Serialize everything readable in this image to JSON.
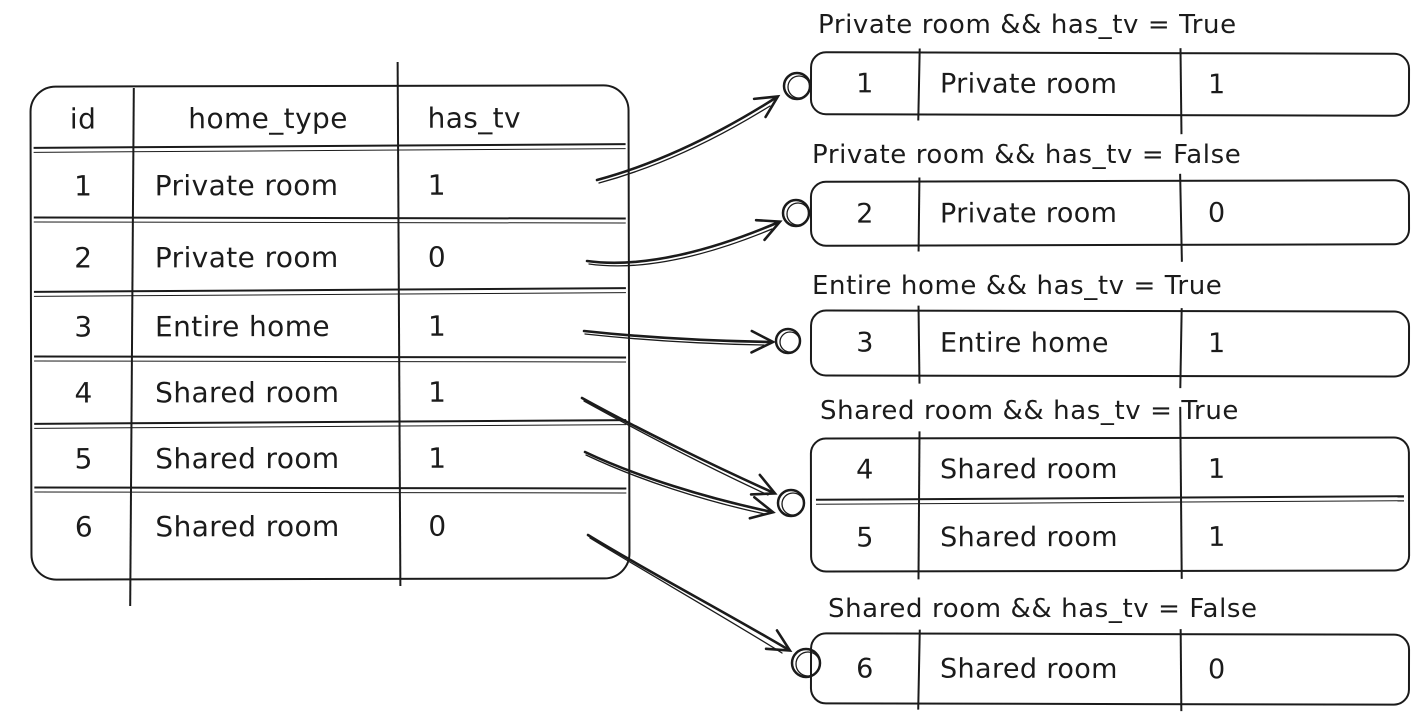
{
  "colors": {
    "ink": "#1b1b1b",
    "background": "#ffffff"
  },
  "table": {
    "columns": [
      "id",
      "home_type",
      "has_tv"
    ],
    "rows": [
      {
        "id": "1",
        "home_type": "Private room",
        "has_tv": "1"
      },
      {
        "id": "2",
        "home_type": "Private room",
        "has_tv": "0"
      },
      {
        "id": "3",
        "home_type": "Entire home",
        "has_tv": "1"
      },
      {
        "id": "4",
        "home_type": "Shared room",
        "has_tv": "1"
      },
      {
        "id": "5",
        "home_type": "Shared room",
        "has_tv": "1"
      },
      {
        "id": "6",
        "home_type": "Shared room",
        "has_tv": "0"
      }
    ]
  },
  "groups": [
    {
      "label": "Private room && has_tv = True",
      "rows": [
        {
          "id": "1",
          "home_type": "Private room",
          "has_tv": "1"
        }
      ]
    },
    {
      "label": "Private room && has_tv = False",
      "rows": [
        {
          "id": "2",
          "home_type": "Private room",
          "has_tv": "0"
        }
      ]
    },
    {
      "label": "Entire home && has_tv = True",
      "rows": [
        {
          "id": "3",
          "home_type": "Entire home",
          "has_tv": "1"
        }
      ]
    },
    {
      "label": "Shared room && has_tv = True",
      "rows": [
        {
          "id": "4",
          "home_type": "Shared room",
          "has_tv": "1"
        },
        {
          "id": "5",
          "home_type": "Shared room",
          "has_tv": "1"
        }
      ]
    },
    {
      "label": "Shared room && has_tv = False",
      "rows": [
        {
          "id": "6",
          "home_type": "Shared room",
          "has_tv": "0"
        }
      ]
    }
  ]
}
